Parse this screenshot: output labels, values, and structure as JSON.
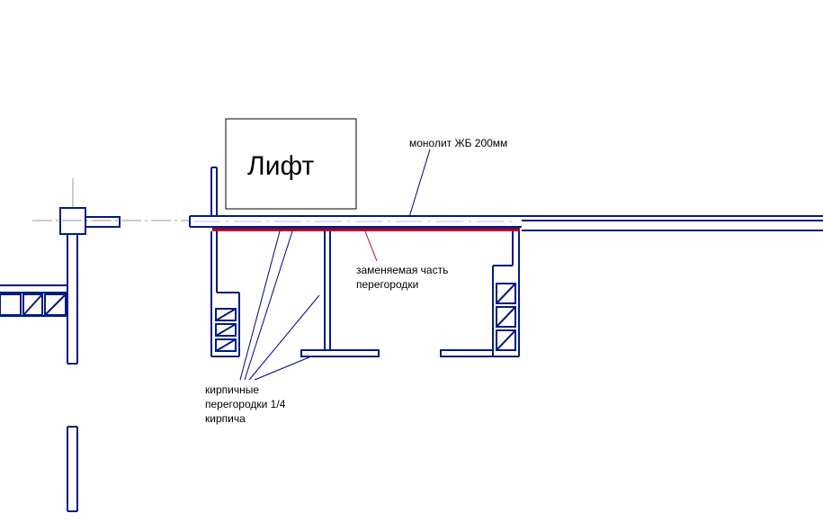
{
  "labels": {
    "elevator": "Лифт",
    "slab": "монолит ЖБ 200мм",
    "replaced_line1": "заменяемая часть",
    "replaced_line2": "перегородки",
    "brick_line1": "кирпичные",
    "brick_line2": "перегородки 1/4",
    "brick_line3": "кирпича"
  },
  "colors": {
    "wall": "#001c80",
    "replaced": "#c0003c",
    "leader": "#000080",
    "text": "#000000",
    "background": "#ffffff"
  }
}
